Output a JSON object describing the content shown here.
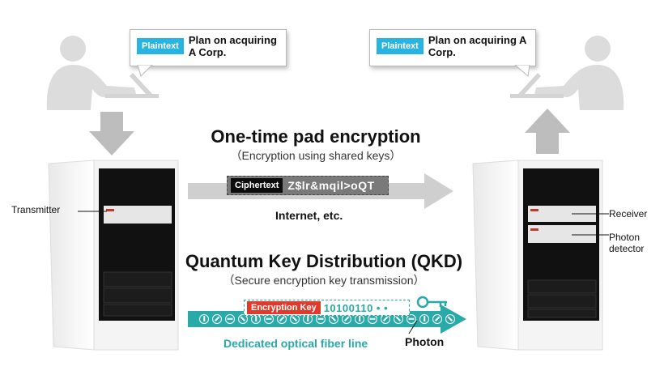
{
  "sender_bubble": {
    "tag": "Plaintext",
    "text": "Plan on acquiring A Corp."
  },
  "receiver_bubble": {
    "tag": "Plaintext",
    "text": "Plan on acquiring A Corp."
  },
  "otp": {
    "title": "One-time pad encryption",
    "subtitle": "（Encryption using shared keys）"
  },
  "cipher": {
    "tag": "Ciphertext",
    "text": "Z$lr&mqil>oQT"
  },
  "internet_label": "Internet, etc.",
  "qkd": {
    "title": "Quantum Key Distribution (QKD)",
    "subtitle": "（Secure encryption key transmission）"
  },
  "key": {
    "tag": "Encryption Key",
    "bits": "10100110 • •"
  },
  "fiber_label": "Dedicated optical fiber line",
  "photon_label": "Photon",
  "labels": {
    "transmitter": "Transmitter",
    "receiver": "Receiver",
    "detector": "Photon\ndetector"
  },
  "colors": {
    "accent_blue": "#27b4e3",
    "teal": "#2aa9a9",
    "red": "#e03a2c",
    "arrow_gray": "#cccccc"
  }
}
